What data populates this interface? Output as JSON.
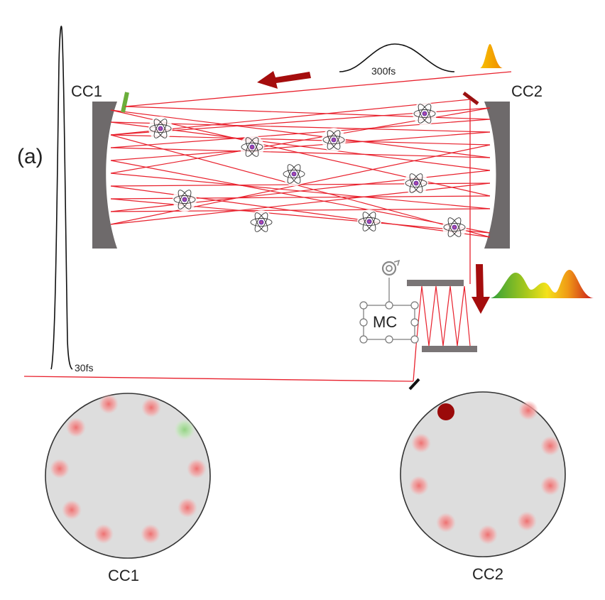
{
  "labels": {
    "panel": "(a)",
    "cc1_top": "CC1",
    "cc2_top": "CC2",
    "pulse_short": "30fs",
    "pulse_long": "300fs",
    "mc": "MC",
    "cc1_bottom": "CC1",
    "cc2_bottom": "CC2"
  },
  "colors": {
    "beam": "#e8202c",
    "mirror": "#6e6a6b",
    "arrow": "#a50d0d",
    "green_mirror": "#6aae3a",
    "spot_red": "#f28a8a",
    "spot_green": "#a8dc98",
    "spot_dark": "#9a0a0a",
    "disk": "#dddddd",
    "orange_pulse": "#f5a300"
  },
  "icons": [
    "atom-icon",
    "rotate-handle-icon"
  ]
}
